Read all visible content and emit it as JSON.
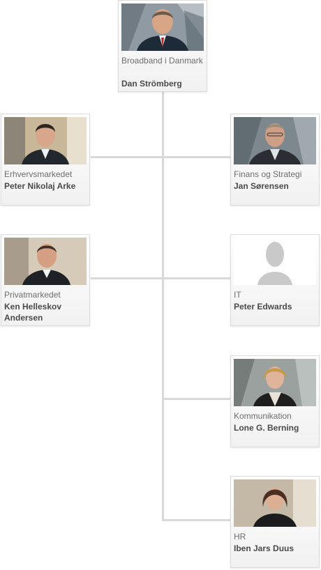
{
  "org_chart": {
    "top": {
      "department": "Broadband i Danmark",
      "name": "Dan Strömberg",
      "photo_icon": "person-photo"
    },
    "left": [
      {
        "department": "Erhvervsmarkedet",
        "name": "Peter Nikolaj Arke",
        "photo_icon": "person-photo"
      },
      {
        "department": "Privatmarkedet",
        "name": "Ken Helleskov Andersen",
        "photo_icon": "person-photo"
      }
    ],
    "right": [
      {
        "department": "Finans og Strategi",
        "name": "Jan Sørensen",
        "photo_icon": "person-photo"
      },
      {
        "department": "IT",
        "name": "Peter Edwards",
        "photo_icon": "placeholder-silhouette-icon"
      },
      {
        "department": "Kommunikation",
        "name": "Lone G. Berning",
        "photo_icon": "person-photo"
      },
      {
        "department": "HR",
        "name": "Iben Jars Duus",
        "photo_icon": "person-photo"
      }
    ]
  },
  "colors": {
    "connector": "#d9d9d9",
    "card_border": "#dcdcdc",
    "department_text": "#6d6d6d",
    "name_text": "#4a4a4a"
  }
}
